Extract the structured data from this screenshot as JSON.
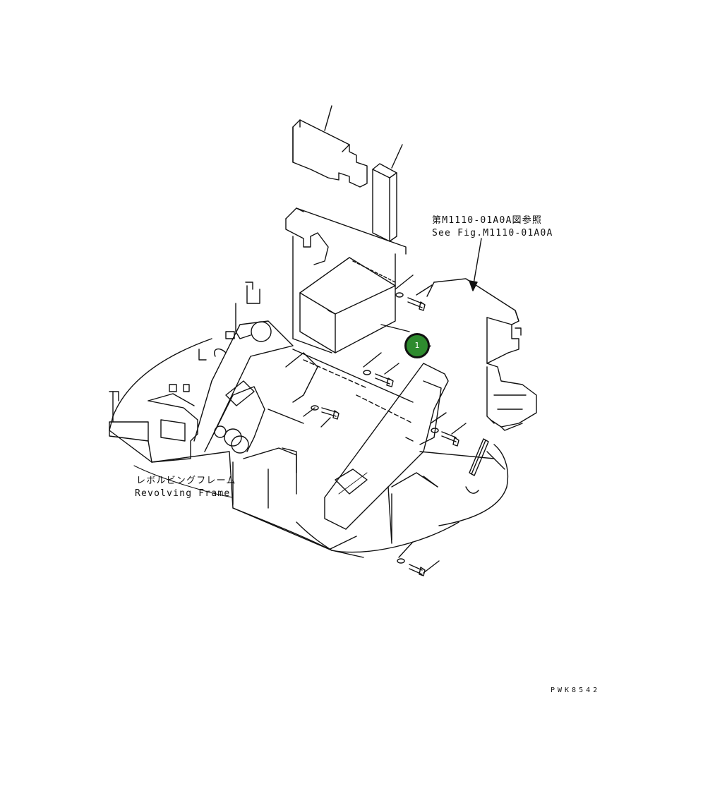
{
  "reference_note": {
    "japanese": "第M1110-01A0A図参照",
    "english": "See Fig.M1110-01A0A"
  },
  "frame_label": {
    "japanese": "レボルビングフレーム",
    "english": "Revolving Frame"
  },
  "callouts": [
    {
      "number": "1",
      "color": "#2e8b2e"
    }
  ],
  "drawing_number": "PWK8542"
}
